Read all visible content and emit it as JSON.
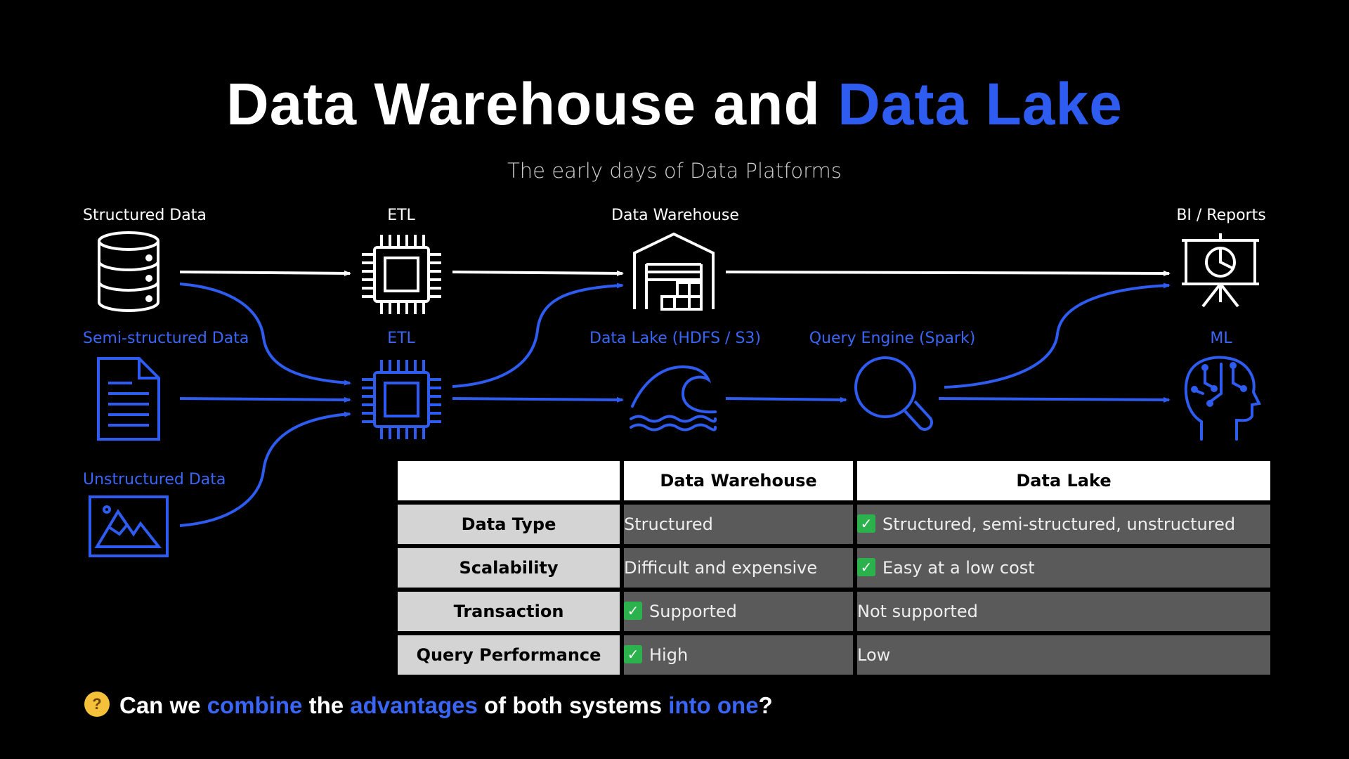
{
  "title": {
    "part1": "Data Warehouse and ",
    "part2": "Data Lake"
  },
  "subtitle": "The early days of Data Platforms",
  "nodes": {
    "structured": "Structured Data",
    "etl_top": "ETL",
    "warehouse": "Data Warehouse",
    "bi": "BI / Reports",
    "semi": "Semi-structured Data",
    "etl_bottom": "ETL",
    "lake": "Data Lake (HDFS / S3)",
    "query": "Query Engine (Spark)",
    "ml": "ML",
    "unstructured": "Unstructured Data"
  },
  "colors": {
    "accent": "#2f5cf0",
    "flow_blue": "#2f5cf0",
    "check": "#2bb24c",
    "header_bg": "#ffffff",
    "row_header_bg": "#d4d4d4",
    "cell_bg": "#5a5a5a"
  },
  "table": {
    "headers": [
      "",
      "Data Warehouse",
      "Data Lake"
    ],
    "rows": [
      {
        "label": "Data Type",
        "dw": "Structured",
        "dw_check": false,
        "dl": "Structured, semi-structured, unstructured",
        "dl_check": true
      },
      {
        "label": "Scalability",
        "dw": "Difficult and expensive",
        "dw_check": false,
        "dl": "Easy at a low cost",
        "dl_check": true
      },
      {
        "label": "Transaction",
        "dw": "Supported",
        "dw_check": true,
        "dl": "Not supported",
        "dl_check": false
      },
      {
        "label": "Query Performance",
        "dw": "High",
        "dw_check": true,
        "dl": "Low",
        "dl_check": false
      }
    ]
  },
  "question": {
    "emoji": "thinking-face-icon",
    "p1": "Can we ",
    "p2": "combine",
    "p3": " the ",
    "p4": "advantages",
    "p5": " of both systems ",
    "p6": "into one",
    "p7": "?"
  }
}
